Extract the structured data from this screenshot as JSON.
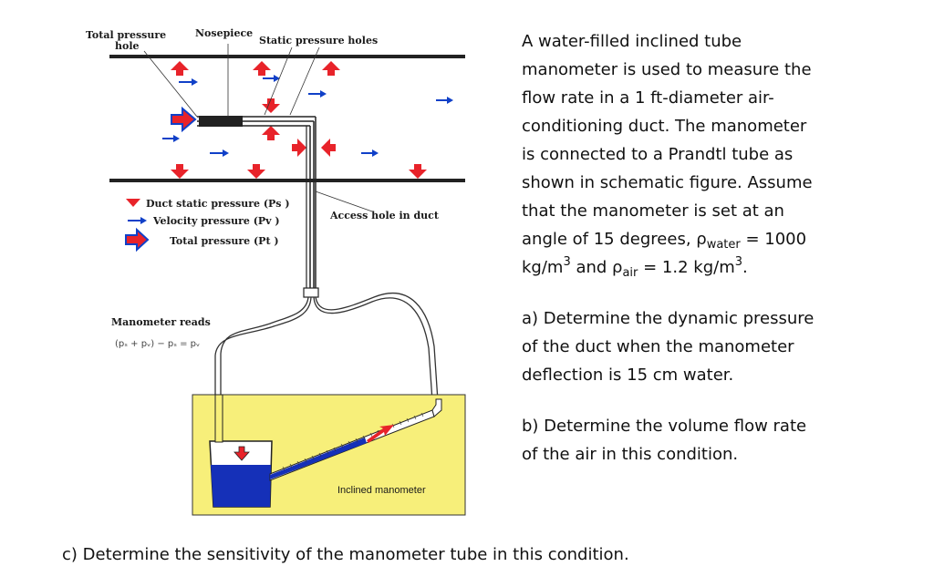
{
  "diagram": {
    "labels": {
      "total_pressure_hole_line1": "Total pressure",
      "total_pressure_hole_line2": "hole",
      "nosepiece": "Nosepiece",
      "static_pressure_holes": "Static pressure holes",
      "access_hole": "Access hole in duct",
      "manometer_reads": "Manometer reads",
      "manometer_formula": "(pₛ + pᵥ) − pₛ = pᵥ",
      "inclined_manometer": "Inclined manometer"
    },
    "legend": [
      {
        "icon": "red-down-arrow-icon",
        "label": "Duct static pressure (Ps )"
      },
      {
        "icon": "blue-right-arrow-icon",
        "label": "Velocity pressure (Pv )"
      },
      {
        "icon": "red-right-arrow-icon",
        "label": "Total pressure (Pt )"
      }
    ],
    "colors": {
      "static_arrow": "#e8232a",
      "velocity_arrow": "#1040c8",
      "manometer_box": "#f7ef7a",
      "water": "#1530b8"
    }
  },
  "problem": {
    "intro_prefix": "A water-filled inclined tube manometer is used to measure the flow rate in a 1 ft-diameter air-conditioning duct. The manometer is connected to a Prandtl tube as shown in schematic figure. Assume that the manometer is set at an angle of 15 degrees, ρ",
    "rho_water_sub": "water",
    "rho_water_value": " = 1000 kg/m",
    "exp1": "3",
    "and_rho": " and ρ",
    "rho_air_sub": "air",
    "rho_air_value": " = 1.2 kg/m",
    "exp2": "3",
    "period": ".",
    "part_a": "a) Determine the dynamic pressure of the duct when the manometer deflection is 15 cm water.",
    "part_b": "b) Determine the volume flow rate of the air in this condition.",
    "part_c": "c) Determine the sensitivity of the manometer tube in this condition."
  }
}
